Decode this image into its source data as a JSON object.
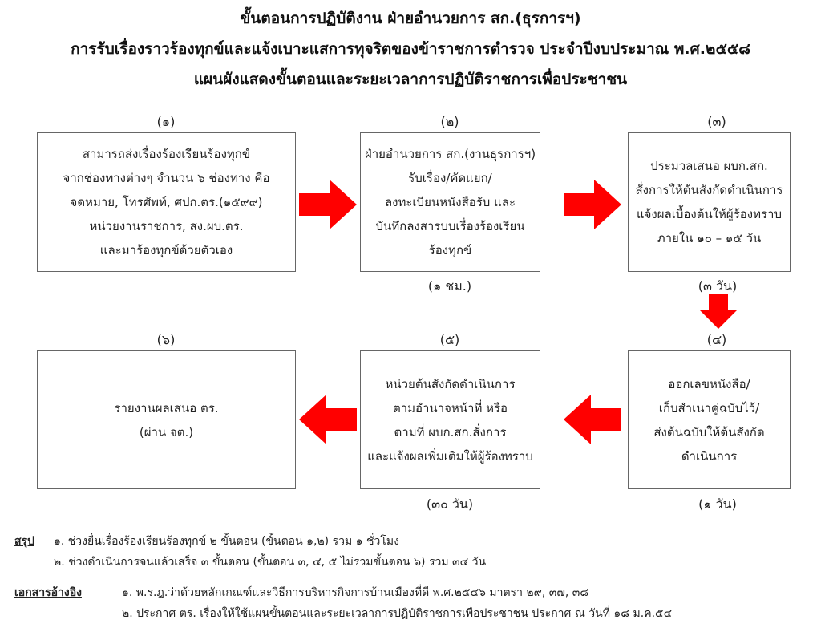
{
  "title": {
    "line1": "ขั้นตอนการปฏิบัติงาน ฝ่ายอำนวยการ สก.(ธุรการฯ)",
    "line2": "การรับเรื่องราวร้องทุกข์และแจ้งเบาะแสการทุจริตของข้าราชการตำรวจ ประจำปีงบประมาณ พ.ศ.๒๕๕๘",
    "line3": "แผนผังแสดงขั้นตอนและระยะเวลาการปฏิบัติราชการเพื่อประชาชน"
  },
  "steps": [
    {
      "num": "(๑)",
      "lines": [
        "สามารถส่งเรื่องร้องเรียนร้องทุกข์",
        "จากช่องทางต่างๆ จำนวน ๖ ช่องทาง คือ",
        "จดหมาย, โทรศัพท์, ศปก.ตร.(๑๕๙๙)",
        "หน่วยงานราชการ, สง.ผบ.ตร.",
        "และมาร้องทุกข์ด้วยตัวเอง"
      ],
      "time": ""
    },
    {
      "num": "(๒)",
      "lines": [
        "ฝ่ายอำนวยการ สก.(งานธุรการฯ)",
        "รับเรื่อง/คัดแยก/",
        "ลงทะเบียนหนังสือรับ และ",
        "บันทึกลงสารบบเรื่องร้องเรียน",
        "ร้องทุกข์"
      ],
      "time": "(๑ ชม.)"
    },
    {
      "num": "(๓)",
      "lines": [
        "ประมวลเสนอ ผบก.สก.",
        "สั่งการให้ต้นสังกัดดำเนินการ",
        "แจ้งผลเบื้องต้นให้ผู้ร้องทราบ",
        "ภายใน ๑๐ – ๑๕ วัน"
      ],
      "time": "(๓ วัน)"
    },
    {
      "num": "(๔)",
      "lines": [
        "ออกเลขหนังสือ/",
        "เก็บสำเนาคู่ฉบับไว้/",
        "ส่งต้นฉบับให้ต้นสังกัด",
        "ดำเนินการ"
      ],
      "time": "(๑ วัน)"
    },
    {
      "num": "(๕)",
      "lines": [
        "หน่วยต้นสังกัดดำเนินการ",
        "ตามอำนาจหน้าที่ หรือ",
        "ตามที่ ผบก.สก.สั่งการ",
        "และแจ้งผลเพิ่มเติมให้ผู้ร้องทราบ"
      ],
      "time": "(๓๐ วัน)"
    },
    {
      "num": "(๖)",
      "lines": [
        "รายงานผลเสนอ ตร.",
        "(ผ่าน จต.)"
      ],
      "time": ""
    }
  ],
  "summary": {
    "label": "สรุป",
    "items": [
      "๑. ช่วงยื่นเรื่องร้องเรียนร้องทุกข์ ๒ ขั้นตอน (ขั้นตอน ๑,๒) รวม ๑ ชั่วโมง",
      "๒. ช่วงดำเนินการจนแล้วเสร็จ ๓ ขั้นตอน (ขั้นตอน ๓, ๔, ๕ ไม่รวมขั้นตอน ๖) รวม ๓๔ วัน"
    ]
  },
  "references": {
    "label": "เอกสารอ้างอิง",
    "items": [
      "๑. พ.ร.ฎ.ว่าด้วยหลักเกณฑ์และวิธีการบริหารกิจการบ้านเมืองที่ดี พ.ศ.๒๕๔๖ มาตรา ๒๙, ๓๗, ๓๘",
      "๒. ประกาศ ตร. เรื่องให้ใช้แผนขั้นตอนและระยะเวลาการปฏิบัติราชการเพื่อประชาชน ประกาศ ณ วันที่ ๑๘ ม.ค.๕๔"
    ]
  },
  "colors": {
    "arrow": "#ff0000",
    "border": "#666666"
  }
}
